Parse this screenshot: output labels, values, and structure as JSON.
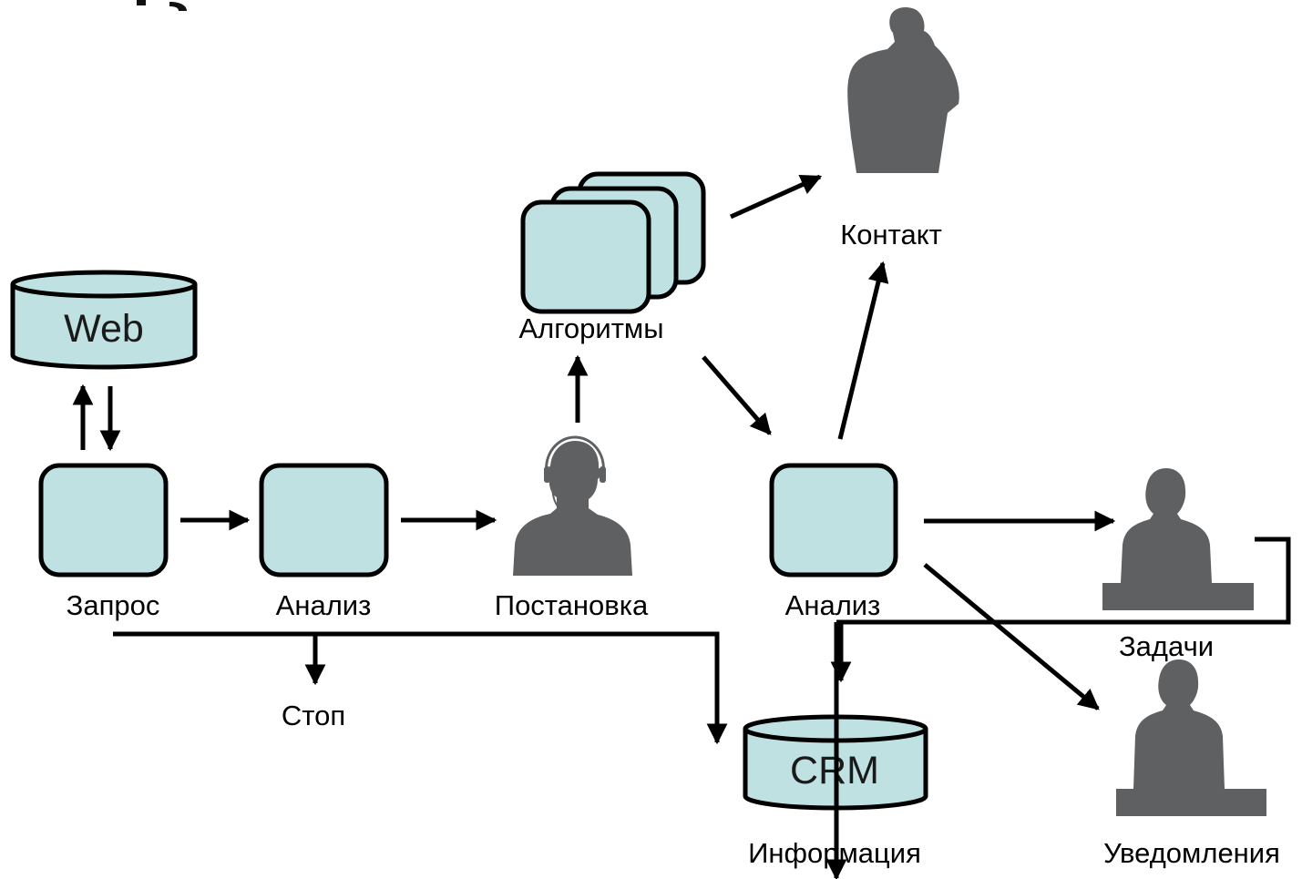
{
  "colors": {
    "box_fill": "#bfe1e2",
    "stroke": "#000000",
    "person": "#5f6062"
  },
  "databases": {
    "web": {
      "title": "Web"
    },
    "crm": {
      "title": "CRM",
      "label": "Информация"
    }
  },
  "nodes": {
    "request": {
      "label": "Запрос"
    },
    "analysis1": {
      "label": "Анализ"
    },
    "statement": {
      "label": "Постановка",
      "icon": "operator-headset-icon"
    },
    "algorithms": {
      "label": "Алгоритмы"
    },
    "analysis2": {
      "label": "Анализ"
    },
    "contact": {
      "label": "Контакт",
      "icon": "person-phone-icon"
    },
    "tasks": {
      "label": "Задачи",
      "icon": "person-at-desk-icon"
    },
    "notifications": {
      "label": "Уведомления",
      "icon": "person-at-desk-icon"
    },
    "stop": {
      "label": "Стоп"
    }
  }
}
